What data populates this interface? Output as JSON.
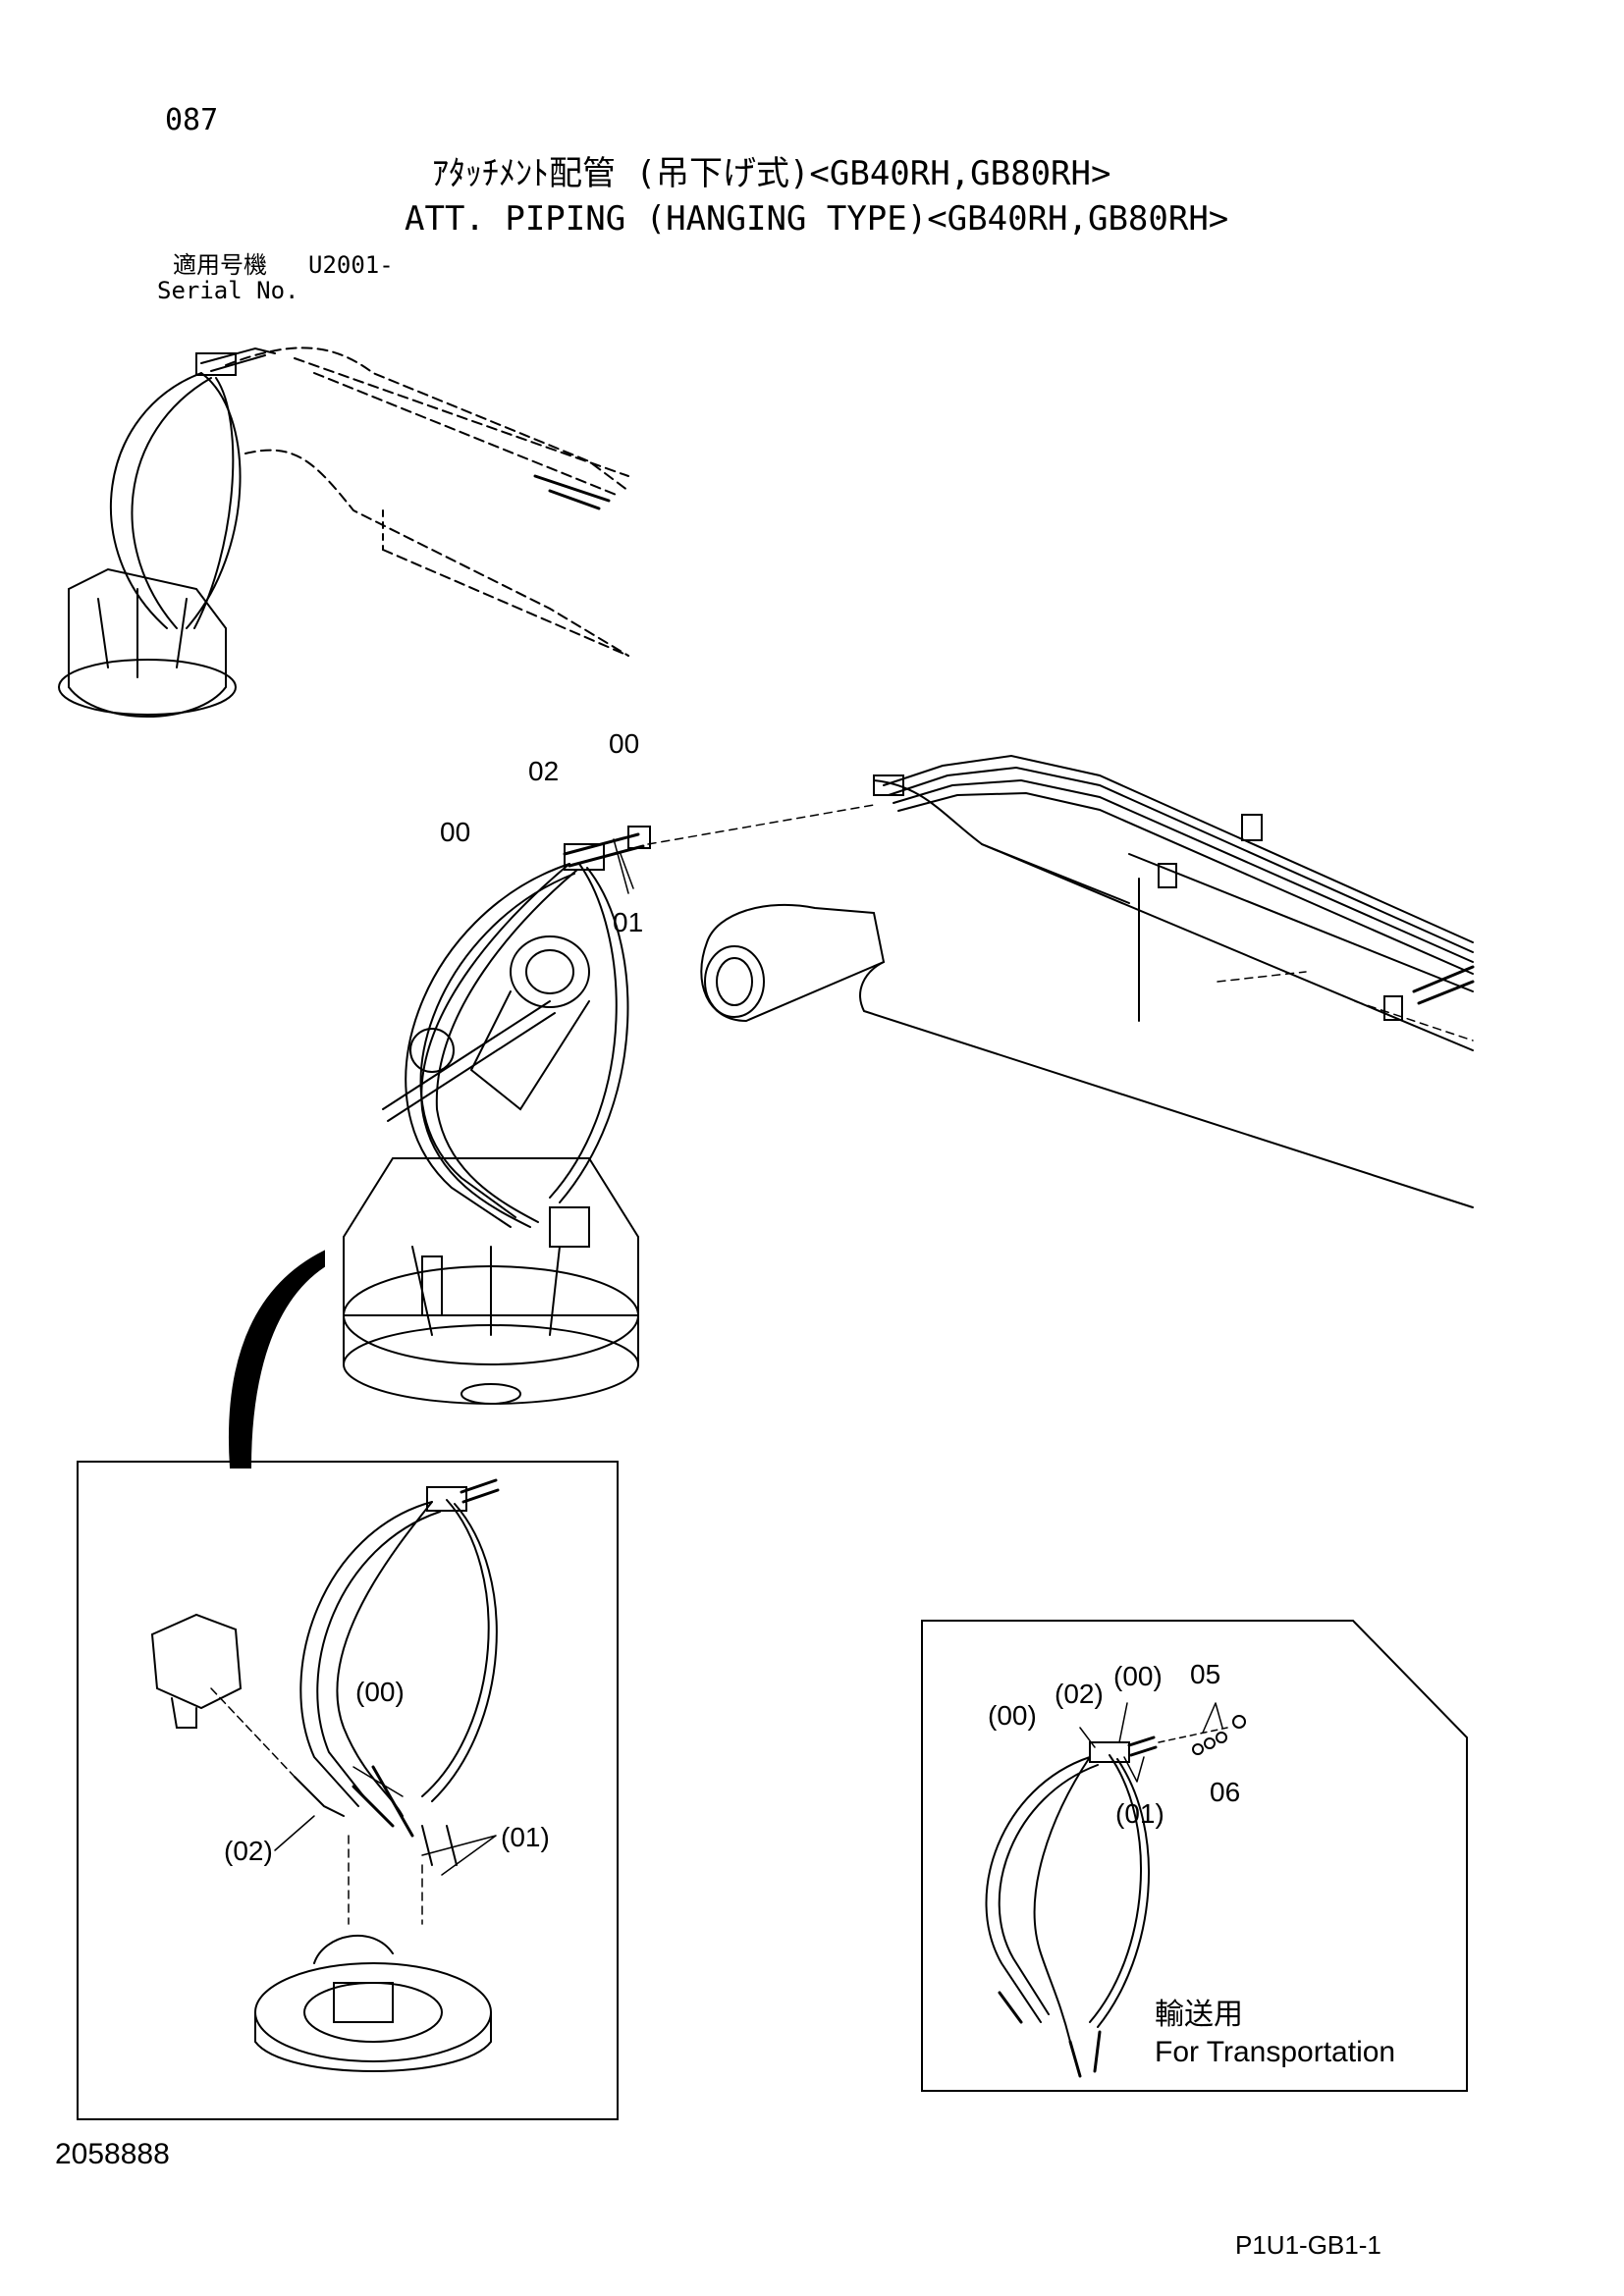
{
  "page_number": "087",
  "title_jp": "ｱﾀｯﾁﾒﾝﾄ配管 (吊下げ式)<GB40RH,GB80RH>",
  "title_en": "ATT. PIPING (HANGING TYPE)<GB40RH,GB80RH>",
  "serial_label_jp": "適用号機",
  "serial_value": "U2001-",
  "serial_label_en": "Serial No.",
  "main_callouts": {
    "c00_top": "00",
    "c02": "02",
    "c00_left": "00",
    "c01": "01"
  },
  "detail_callouts": {
    "c00": "(00)",
    "c02": "(02)",
    "c01": "(01)"
  },
  "transport_callouts": {
    "c00_left": "(00)",
    "c02": "(02)",
    "c00_top": "(00)",
    "c05": "05",
    "c06": "06",
    "c01": "(01)",
    "label_jp": "輸送用",
    "label_en": "For Transportation"
  },
  "doc_number": "2058888",
  "ref_code": "P1U1-GB1-1"
}
